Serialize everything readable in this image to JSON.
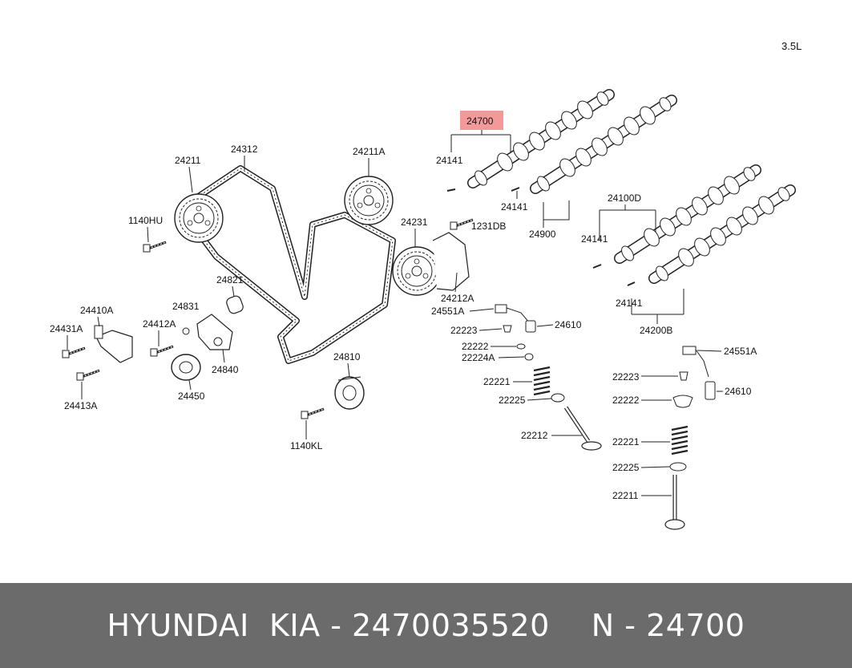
{
  "diagram": {
    "engine": "3.5L",
    "labels": {
      "l24700": "24700",
      "l24141a": "24141",
      "l24141b": "24141",
      "l24141c": "24141",
      "l24141d": "24141",
      "l24900": "24900",
      "l24100D": "24100D",
      "l24200B": "24200B",
      "l24211": "24211",
      "l24312": "24312",
      "l24211A": "24211A",
      "l1140HU": "1140HU",
      "l24231": "24231",
      "l1231DB": "1231DB",
      "l24212A": "24212A",
      "l24551Aa": "24551A",
      "l24610a": "24610",
      "l22223a": "22223",
      "l22222a": "22222",
      "l22224A": "22224A",
      "l22221a": "22221",
      "l22225a": "22225",
      "l22212": "22212",
      "l24821": "24821",
      "l24831": "24831",
      "l24410A": "24410A",
      "l24412A": "24412A",
      "l24431A": "24431A",
      "l24840": "24840",
      "l24450": "24450",
      "l24413A": "24413A",
      "l24810": "24810",
      "l1140KL": "1140KL",
      "l24551Ab": "24551A",
      "l22223b": "22223",
      "l24610b": "24610",
      "l22222b": "22222",
      "l22221b": "22221",
      "l22225b": "22225",
      "l22211": "22211"
    },
    "highlight_color": "#f29a9a"
  },
  "footer": {
    "brand": "HYUNDAI  KIA - 2470035520",
    "part": "N - 24700"
  }
}
